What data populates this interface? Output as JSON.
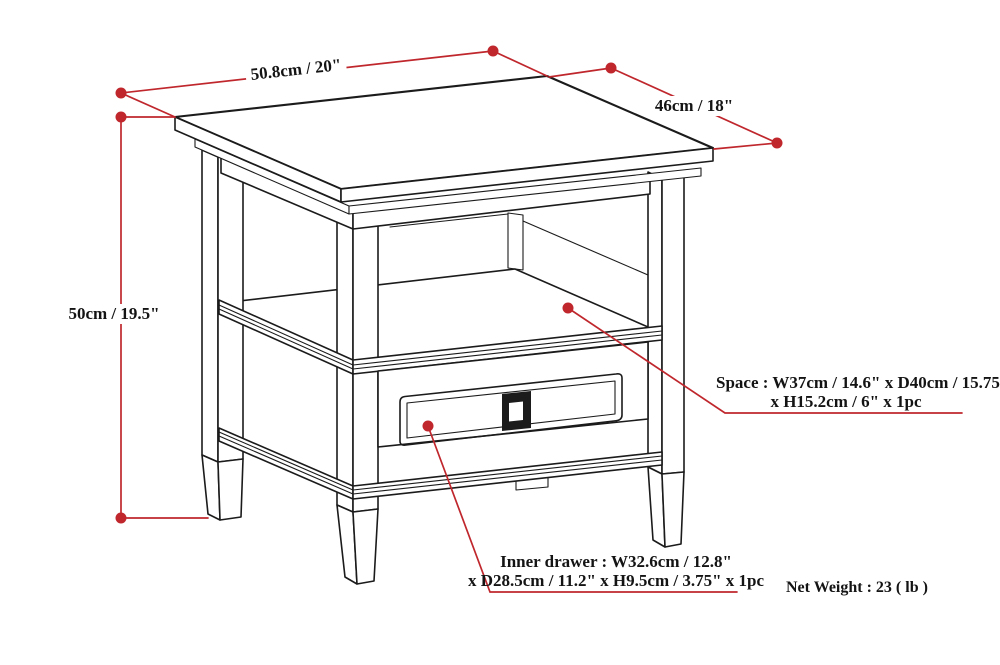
{
  "page": {
    "background": "#ffffff"
  },
  "colors": {
    "annotation_red": "#bf272d",
    "line_ink": "#1b1b1b"
  },
  "product_diagram": {
    "subject": "end table with open shelf and single drawer",
    "view": "isometric technical line drawing",
    "labels": {
      "width": "50.8cm / 20\"",
      "depth": "46cm / 18\"",
      "height": "50cm / 19.5\"",
      "shelf_space_line1": "Space : W37cm / 14.6\" x D40cm / 15.75\"",
      "shelf_space_line2": "x H15.2cm / 6\" x 1pc",
      "inner_drawer_line1": "Inner drawer : W32.6cm / 12.8\"",
      "inner_drawer_line2": "x D28.5cm / 11.2\" x H9.5cm / 3.75\" x 1pc",
      "net_weight": "Net Weight : 23 ( lb )"
    },
    "measurements": {
      "width_cm": 50.8,
      "width_in": 20,
      "depth_cm": 46,
      "depth_in": 18,
      "height_cm": 50,
      "height_in": 19.5,
      "shelf_space": {
        "w_cm": 37,
        "w_in": 14.6,
        "d_cm": 40,
        "d_in": 15.75,
        "h_cm": 15.2,
        "h_in": 6,
        "qty": "1pc"
      },
      "inner_drawer": {
        "w_cm": 32.6,
        "w_in": 12.8,
        "d_cm": 28.5,
        "d_in": 11.2,
        "h_cm": 9.5,
        "h_in": 3.75,
        "qty": "1pc"
      },
      "net_weight_lb": 23
    }
  }
}
